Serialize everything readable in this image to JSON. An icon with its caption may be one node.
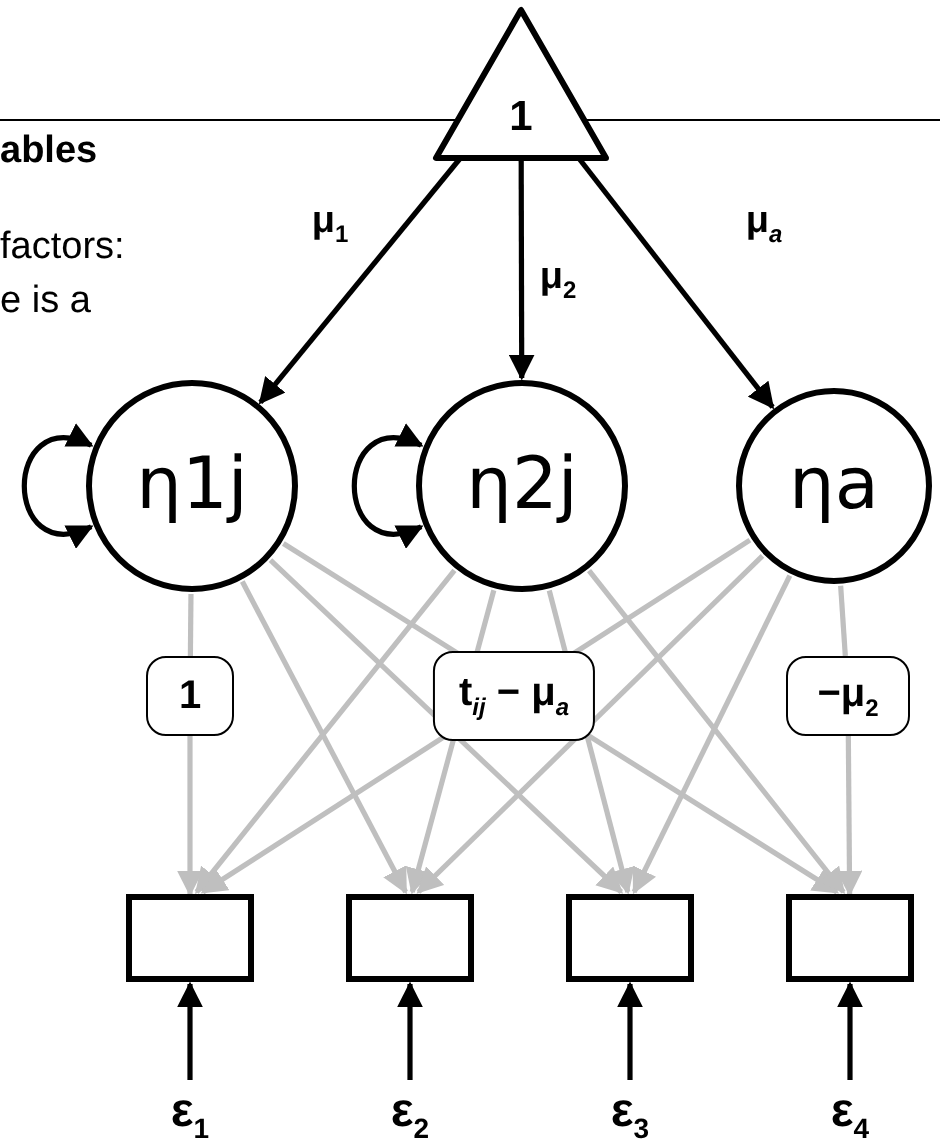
{
  "diagram": {
    "nodes": [
      {
        "text": [
          "1"
        ]
      },
      {
        "text": [
          "η1j"
        ]
      },
      {
        "text": [
          "η2j"
        ]
      },
      {
        "text": [
          "ηa"
        ]
      },
      {
        "text": [],
        "shape": "box"
      },
      {
        "text": [],
        "shape": "box"
      },
      {
        "text": [],
        "shape": "box"
      },
      {
        "text": [],
        "shape": "box"
      },
      {
        "text": [
          "ε$_{1}$"
        ]
      },
      {
        "text": [
          "ε$_{2}$"
        ]
      },
      {
        "text": [
          "ε$_{3}$"
        ]
      },
      {
        "text": [
          "ε$_{4}$"
        ]
      },
      {
        "text": [
          "1"
        ]
      },
      {
        "text": [
          "−μ$_{2}$"
        ]
      }
    ],
    "edges": [
      {
        "from": 0,
        "to": 1,
        "arrow": "to",
        "label": "μ$_{1}$",
        "color": "#000000"
      },
      {
        "from": 0,
        "to": 2,
        "arrow": "to",
        "label": "μ$_{2}$",
        "color": "#000000"
      },
      {
        "from": 0,
        "to": 3,
        "arrow": "to",
        "label": "μ$_{a}$",
        "color": "#000000"
      },
      {
        "from": 1,
        "to": 1,
        "arrow": "both",
        "color": "#000000"
      },
      {
        "from": 2,
        "to": 2,
        "arrow": "both",
        "color": "#000000"
      },
      {
        "from": 1,
        "to": 12,
        "arrow": "none"
      },
      {
        "from": 1,
        "to": 5,
        "arrow": "to"
      },
      {
        "from": 1,
        "to": 6,
        "arrow": "to"
      },
      {
        "from": 1,
        "to": 7,
        "arrow": "to"
      },
      {
        "from": 2,
        "to": 4,
        "arrow": "to"
      },
      {
        "from": 2,
        "to": 5,
        "arrow": "to"
      },
      {
        "from": 2,
        "to": 6,
        "arrow": "to",
        "label": "t$_{ij}$ − μ$_{a}$"
      },
      {
        "from": 2,
        "to": 7,
        "arrow": "to"
      },
      {
        "from": 3,
        "to": 4,
        "arrow": "to"
      },
      {
        "from": 3,
        "to": 5,
        "arrow": "to"
      },
      {
        "from": 3,
        "to": 6,
        "arrow": "to"
      },
      {
        "from": 3,
        "to": 13,
        "arrow": "none"
      },
      {
        "from": 8,
        "to": 4,
        "arrow": "to",
        "color": "#000000"
      },
      {
        "from": 9,
        "to": 5,
        "arrow": "to",
        "color": "#000000"
      },
      {
        "from": 10,
        "to": 6,
        "arrow": "to",
        "color": "#000000"
      },
      {
        "from": 11,
        "to": 7,
        "arrow": "to",
        "color": "#000000"
      },
      {
        "from": 12,
        "to": 4,
        "arrow": "to"
      },
      {
        "from": 13,
        "to": 7,
        "arrow": "to"
      }
    ],
    "labels": [
      "ables",
      "factors:",
      "e is a"
    ]
  }
}
